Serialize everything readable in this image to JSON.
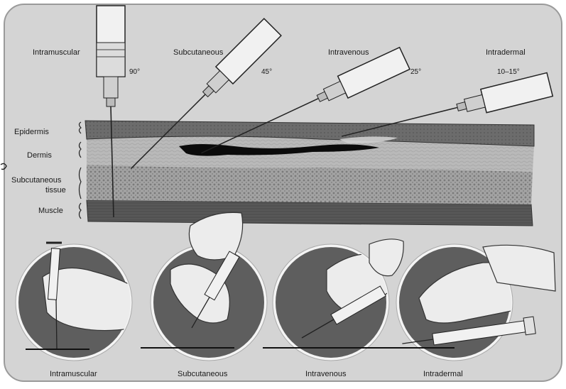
{
  "colors": {
    "panel_bg": "#d4d4d4",
    "epidermis": "#6a6a6a",
    "dermis": "#b6b6b6",
    "subcutaneous": "#9a9a9a",
    "muscle": "#555555",
    "vein": "#0b0b0b",
    "circle_bg": "#5e5e5e",
    "glove": "#ececec"
  },
  "top_labels": {
    "intramuscular": "Intramuscular",
    "intramuscular_angle": "90°",
    "subcutaneous": "Subcutaneous",
    "subcutaneous_angle": "45°",
    "intravenous": "Intravenous",
    "intravenous_angle": "25°",
    "intradermal": "Intradermal",
    "intradermal_angle": "10–15°"
  },
  "layers": {
    "epidermis": "Epidermis",
    "dermis": "Dermis",
    "subcutaneous_line1": "Subcutaneous",
    "subcutaneous_line2": "tissue",
    "muscle": "Muscle"
  },
  "captions": {
    "intramuscular": "Intramuscular",
    "subcutaneous": "Subcutaneous",
    "intravenous": "Intravenous",
    "intradermal": "Intradermal"
  },
  "icons": [
    "syringe-icon",
    "gloved-hand-icon"
  ]
}
